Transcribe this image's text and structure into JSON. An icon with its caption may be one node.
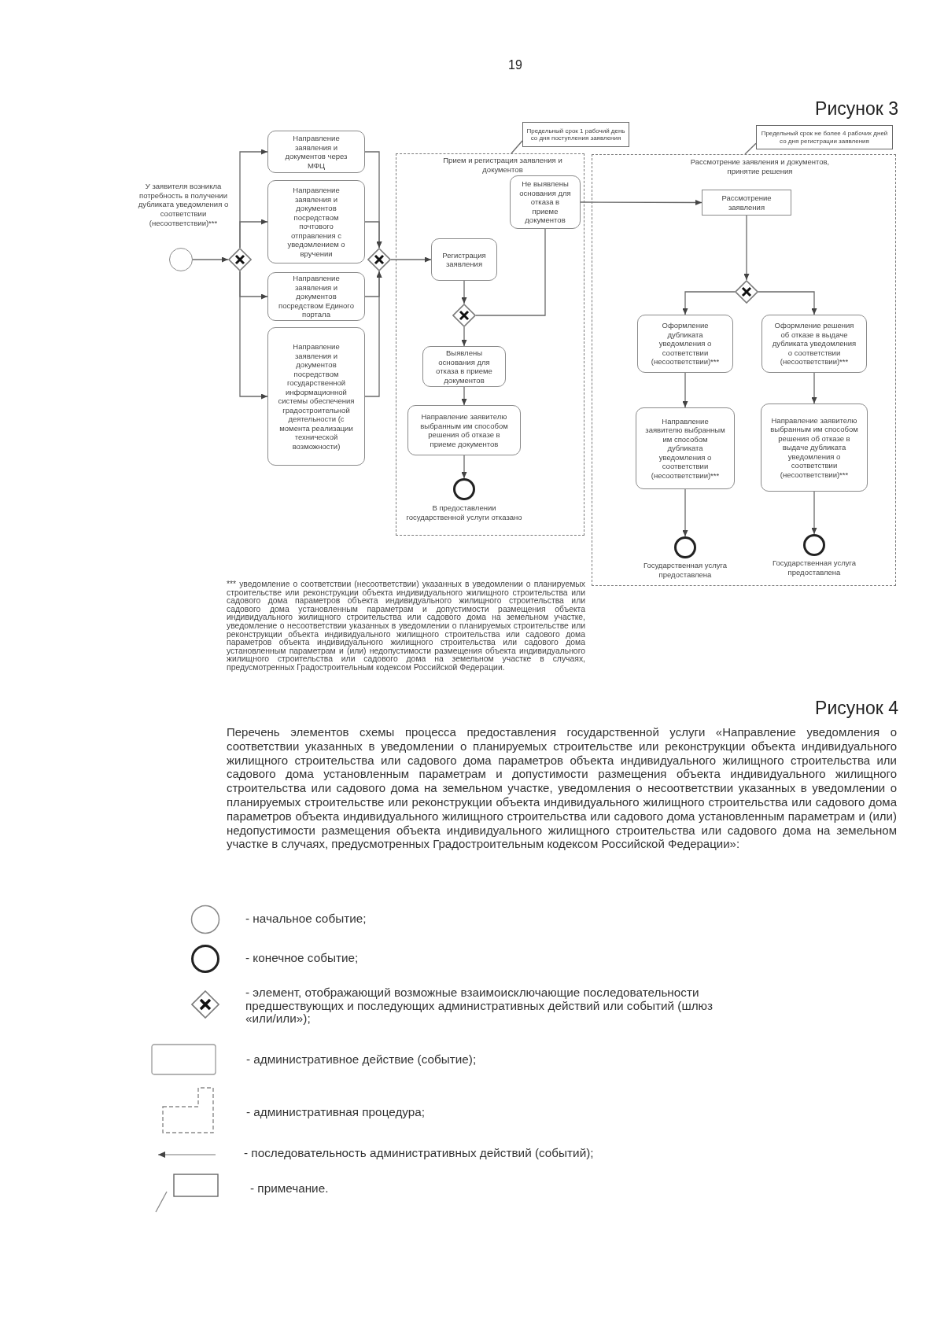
{
  "diagram": {
    "nodes": [
      {
        "text": [],
        "shape": "circle",
        "beside": [
          "У заявителя возникла потребность в получении дубликата уведомления о соответствии (несоответствии)***"
        ]
      },
      {
        "text": [],
        "shape": "diamond"
      },
      {
        "text": [
          "Направление заявления и документов через МФЦ"
        ]
      },
      {
        "text": [
          "Направление заявления и документов посредством почтового отправления с уведомлением о вручении"
        ]
      },
      {
        "text": [
          "Направление заявления и документов посредством Единого портала"
        ]
      },
      {
        "text": [
          "Направление заявления и документов посредством государственной информационной системы обеспечения градостроительной деятельности (с момента реализации технической возможности)"
        ]
      },
      {
        "text": [],
        "shape": "diamond"
      },
      {
        "text": [
          "Предельный срок 1 рабочий день со дня поступления заявления"
        ]
      },
      {
        "text": [
          "Прием и регистрация заявления и документов"
        ]
      },
      {
        "text": [
          "Регистрация заявления"
        ],
        "in": 8
      },
      {
        "text": [
          "Не выявлены основания для отказа в приеме документов"
        ],
        "in": 8
      },
      {
        "text": [],
        "shape": "diamond",
        "in": 8
      },
      {
        "text": [
          "Выявлены основания для отказа в приеме документов"
        ],
        "in": 8
      },
      {
        "text": [
          "Направление заявителю выбранным им способом решения об отказе в приеме документов"
        ],
        "in": 8
      },
      {
        "text": [],
        "shape": "circle",
        "in": 8,
        "beside": [
          "В предоставлении государственной услуги отказано"
        ]
      },
      {
        "text": [
          "Предельный срок не более 4 рабочих дней со дня регистрации заявления"
        ]
      },
      {
        "text": [
          "Рассмотрение заявления и документов, принятие решения"
        ]
      },
      {
        "text": [
          "Рассмотрение заявления"
        ],
        "in": 16
      },
      {
        "text": [],
        "shape": "diamond",
        "in": 16
      },
      {
        "text": [
          "Оформление дубликата уведомления о соответствии (несоответствии)***"
        ],
        "in": 16
      },
      {
        "text": [
          "Оформление решения об отказе в выдаче дубликата уведомления о соответствии (несоответствии)***"
        ],
        "in": 16
      },
      {
        "text": [
          "Направление заявителю выбранным им способом дубликата уведомления о соответствии (несоответствии)***"
        ],
        "in": 16
      },
      {
        "text": [
          "Направление заявителю выбранным им способом решения об отказе в выдаче дубликата уведомления о соответствии (несоответствии)***"
        ],
        "in": 16
      },
      {
        "text": [],
        "shape": "circle",
        "in": 16,
        "beside": [
          "Государственная услуга предоставлена"
        ]
      },
      {
        "text": [],
        "shape": "circle",
        "in": 16,
        "beside": [
          "Государственная услуга предоставлена"
        ]
      }
    ],
    "edges": [
      {
        "from": 0,
        "to": 1,
        "arrow": "to"
      },
      {
        "from": 1,
        "to": 2,
        "arrow": "to"
      },
      {
        "from": 1,
        "to": 3,
        "arrow": "to"
      },
      {
        "from": 1,
        "to": 4,
        "arrow": "to"
      },
      {
        "from": 1,
        "to": 5,
        "arrow": "to"
      },
      {
        "from": 2,
        "to": 6,
        "arrow": "to"
      },
      {
        "from": 3,
        "to": 6,
        "arrow": "to"
      },
      {
        "from": 4,
        "to": 6,
        "arrow": "to"
      },
      {
        "from": 5,
        "to": 6,
        "arrow": "to"
      },
      {
        "from": 7,
        "to": 8,
        "arrow": "none"
      },
      {
        "from": 6,
        "to": 9,
        "arrow": "to"
      },
      {
        "from": 9,
        "to": 11,
        "arrow": "to"
      },
      {
        "from": 11,
        "to": 10,
        "arrow": "none"
      },
      {
        "from": 11,
        "to": 12,
        "arrow": "to"
      },
      {
        "from": 12,
        "to": 13,
        "arrow": "to"
      },
      {
        "from": 13,
        "to": 14,
        "arrow": "to"
      },
      {
        "from": 10,
        "to": 17,
        "arrow": "to"
      },
      {
        "from": 15,
        "to": 16,
        "arrow": "none"
      },
      {
        "from": 17,
        "to": 18,
        "arrow": "to"
      },
      {
        "from": 18,
        "to": 19,
        "arrow": "to"
      },
      {
        "from": 18,
        "to": 20,
        "arrow": "to"
      },
      {
        "from": 19,
        "to": 21,
        "arrow": "to"
      },
      {
        "from": 20,
        "to": 22,
        "arrow": "to"
      },
      {
        "from": 21,
        "to": 23,
        "arrow": "to"
      },
      {
        "from": 22,
        "to": 24,
        "arrow": "to"
      }
    ],
    "labels": [
      "19",
      "Рисунок 3",
      "*** уведомление о соответствии (несоответствии) указанных в уведомлении о планируемых строительстве или реконструкции объекта индивидуального жилищного строительства или садового дома параметров объекта индивидуального жилищного строительства или садового дома установленным параметрам и допустимости размещения объекта индивидуального жилищного строительства или садового дома на земельном участке, уведомление о несоответствии указанных в уведомлении о планируемых строительстве или реконструкции объекта индивидуального жилищного строительства или садового дома параметров объекта индивидуального жилищного строительства или садового дома установленным параметрам и (или) недопустимости размещения объекта индивидуального жилищного строительства или садового дома на земельном участке в случаях, предусмотренных Градостроительным кодексом Российской Федерации.",
      "Рисунок 4",
      "Перечень элементов схемы процесса предоставления государственной услуги «Направление уведомления о соответствии указанных в уведомлении о планируемых строительстве или реконструкции объекта индивидуального жилищного строительства или садового дома параметров объекта индивидуального жилищного строительства или садового дома установленным параметрам и допустимости размещения объекта индивидуального жилищного строительства или садового дома на земельном участке, уведомления о несоответствии указанных в уведомлении о планируемых строительстве или реконструкции объекта индивидуального жилищного строительства или садового дома параметров объекта индивидуального жилищного строительства или садового дома установленным параметрам и (или) недопустимости размещения объекта индивидуального жилищного строительства или садового дома на земельном участке в случаях, предусмотренных Градостроительным кодексом Российской Федерации»:"
    ],
    "legend": [
      {
        "text": "- начальное событие;"
      },
      {
        "text": "- конечное событие;"
      },
      {
        "text": "- элемент, отображающий возможные взаимоисключающие последовательности предшествующих и последующих административных действий или событий (шлюз «или/или»);"
      },
      {
        "text": "- административное действие (событие);"
      },
      {
        "text": "- административная процедура;"
      },
      {
        "text": "- последовательность административных действий (событий);"
      },
      {
        "text": "- примечание."
      }
    ]
  }
}
